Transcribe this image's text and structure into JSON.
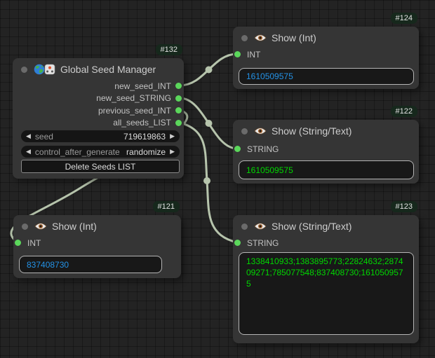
{
  "theme": {
    "canvas-bg": "#232323",
    "node-bg": "#353535",
    "slot-green": "#5bd75b",
    "wire": "#b6c4ac",
    "badge-bg": "#16281c",
    "int-blue": "#2492e6",
    "string-green": "#00d800"
  },
  "nodes": {
    "gsm": {
      "id": "#132",
      "title": "Global Seed Manager",
      "outputs": [
        "new_seed_INT",
        "new_seed_STRING",
        "previous_seed_INT",
        "all_seeds_LIST"
      ],
      "widgets": {
        "seed": {
          "label": "seed",
          "value": "719619863"
        },
        "control_after_generate": {
          "label": "control_after_generate",
          "value": "randomize"
        },
        "button_label": "Delete Seeds LIST"
      }
    },
    "n124": {
      "id": "#124",
      "title": "Show (Int)",
      "input": "INT",
      "value": "1610509575"
    },
    "n122": {
      "id": "#122",
      "title": "Show (String/Text)",
      "input": "STRING",
      "value": "1610509575"
    },
    "n121": {
      "id": "#121",
      "title": "Show (Int)",
      "input": "INT",
      "value": "837408730"
    },
    "n123": {
      "id": "#123",
      "title": "Show (String/Text)",
      "input": "STRING",
      "value": "1338410933;1383895773;22824632;287409271;785077548;837408730;1610509575"
    }
  },
  "connections": [
    {
      "from": "Global Seed Manager.new_seed_INT",
      "to": "#124.INT"
    },
    {
      "from": "Global Seed Manager.new_seed_STRING",
      "to": "#122.STRING"
    },
    {
      "from": "Global Seed Manager.previous_seed_INT",
      "to": "#121.INT"
    },
    {
      "from": "Global Seed Manager.all_seeds_LIST",
      "to": "#123.STRING"
    }
  ]
}
